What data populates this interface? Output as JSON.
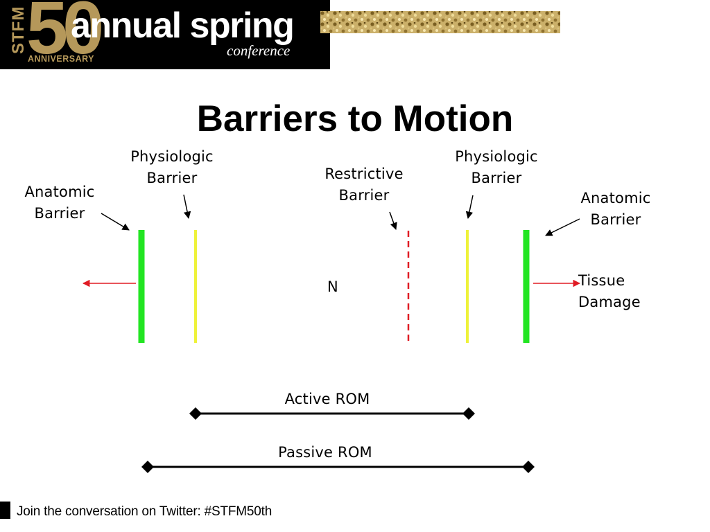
{
  "header": {
    "logo_vertical": "STFM",
    "logo_number": "50",
    "logo_anniversary": "ANNIVERSARY",
    "title": "annual spring",
    "subtitle": "conference",
    "gold": "#b5985a"
  },
  "slide": {
    "title": "Barriers to Motion"
  },
  "diagram": {
    "labels": {
      "anatomic_left": [
        "Anatomic",
        "Barrier"
      ],
      "physiologic_left": [
        "Physiologic",
        "Barrier"
      ],
      "restrictive": [
        "Restrictive",
        "Barrier"
      ],
      "physiologic_right": [
        "Physiologic",
        "Barrier"
      ],
      "anatomic_right": [
        "Anatomic",
        "Barrier"
      ],
      "neutral": "N",
      "tissue_damage": "Tissue Damage",
      "active_rom": "Active ROM",
      "passive_rom": "Passive ROM"
    },
    "colors": {
      "anatomic": "#22e522",
      "physiologic": "#eef23a",
      "restrictive": "#e01b24",
      "arrow_red": "#e01b24",
      "rom_line": "#000000"
    }
  },
  "footer": {
    "text": "Join the conversation on Twitter: #STFM50th"
  }
}
